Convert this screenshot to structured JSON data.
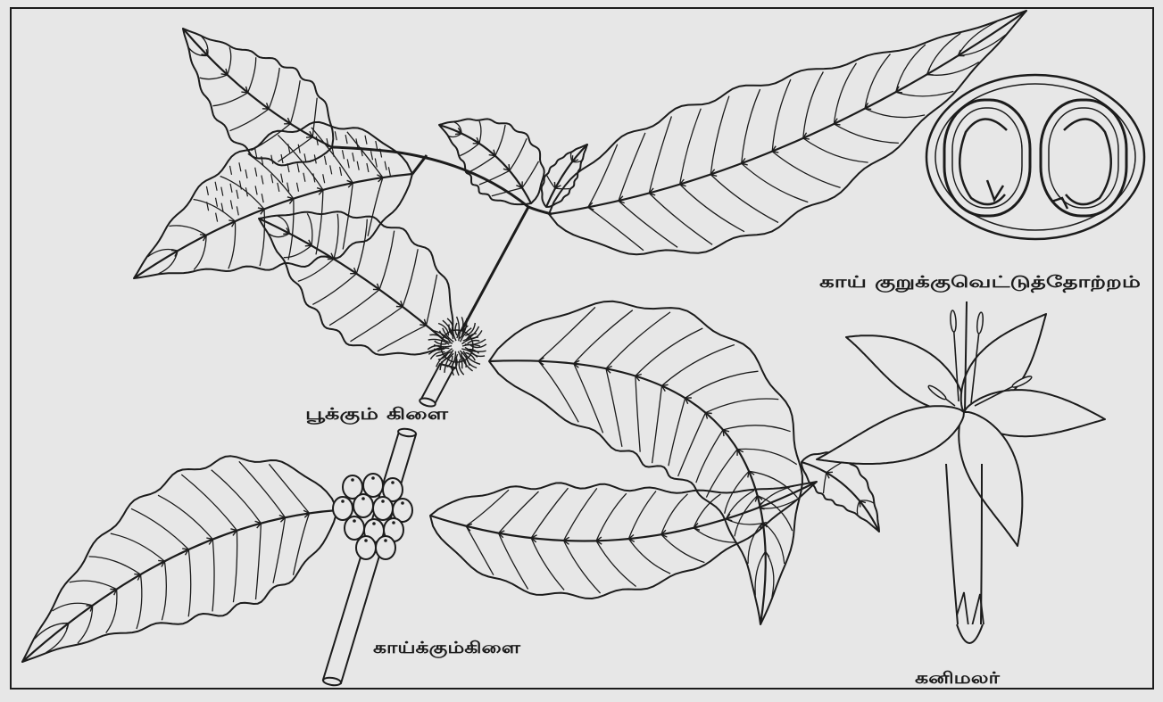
{
  "colors": {
    "background": "#e7e7e7",
    "ink": "#1c1c1c"
  },
  "labels": {
    "cross_section": "காய் குறுக்குவெட்டுத்தோற்றம்",
    "flowering_branch": "பூக்கும் கிளை",
    "fruiting_branch": "காய்க்கும்கிளை",
    "flower": "கனிமலர்"
  }
}
